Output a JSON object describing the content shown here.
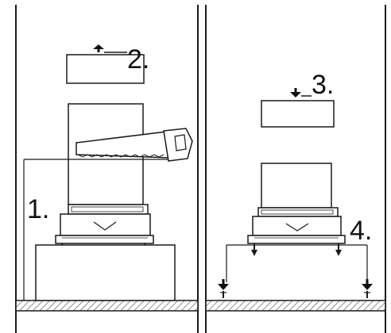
{
  "diagram": {
    "steps": [
      "1.",
      "2.",
      "3.",
      "4."
    ],
    "colors": {
      "line": "#1a1a1a",
      "background": "#ffffff",
      "hatch": "#555555"
    },
    "icons": {
      "saw": "saw-icon",
      "up": "arrow-up-icon",
      "down": "arrow-down-icon"
    }
  }
}
